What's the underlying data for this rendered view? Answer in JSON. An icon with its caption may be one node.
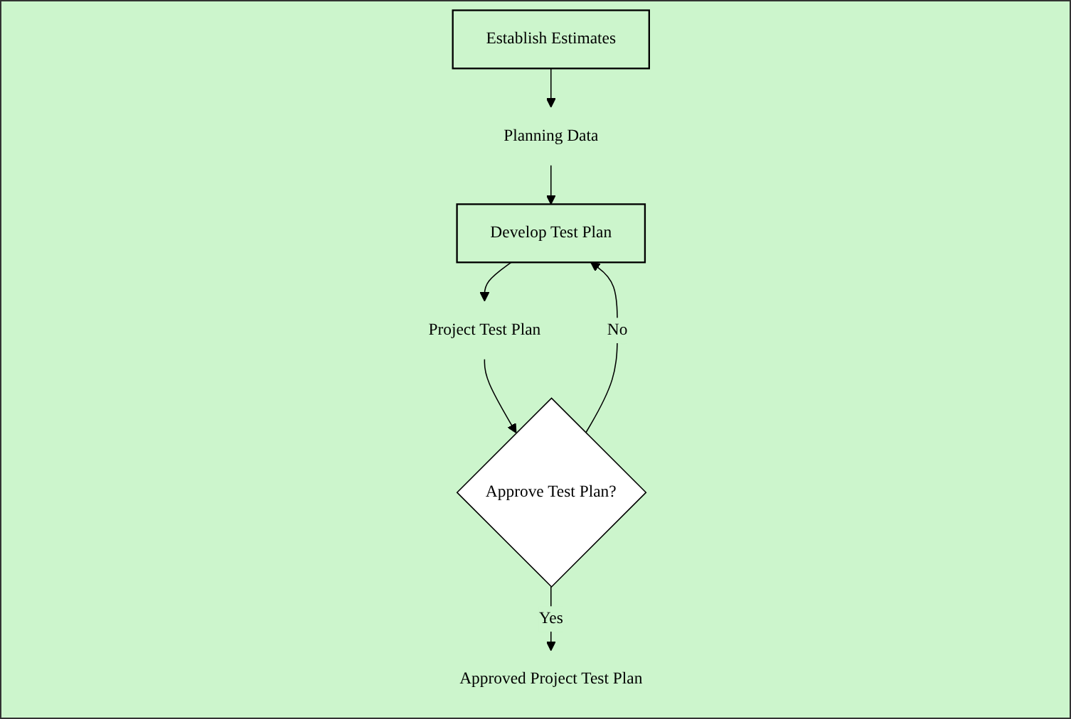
{
  "diagram": {
    "nodes": [
      {
        "text": [
          "Establish Estimates"
        ]
      },
      {
        "text": [
          "Planning Data"
        ]
      },
      {
        "text": [
          "Develop Test Plan"
        ]
      },
      {
        "text": [
          "Project Test Plan"
        ]
      },
      {
        "text": [
          "Approve Test Plan?"
        ]
      },
      {
        "text": [
          "Approved Project Test Plan"
        ]
      }
    ],
    "edges": [
      {
        "from": 0,
        "to": 1,
        "arrow": "to"
      },
      {
        "from": 1,
        "to": 2,
        "arrow": "to"
      },
      {
        "from": 2,
        "to": 3,
        "arrow": "to"
      },
      {
        "from": 3,
        "to": 4,
        "arrow": "to"
      },
      {
        "from": 4,
        "to": 2,
        "arrow": "to",
        "label": "No"
      },
      {
        "from": 4,
        "to": 5,
        "arrow": "to",
        "label": "Yes"
      }
    ]
  }
}
